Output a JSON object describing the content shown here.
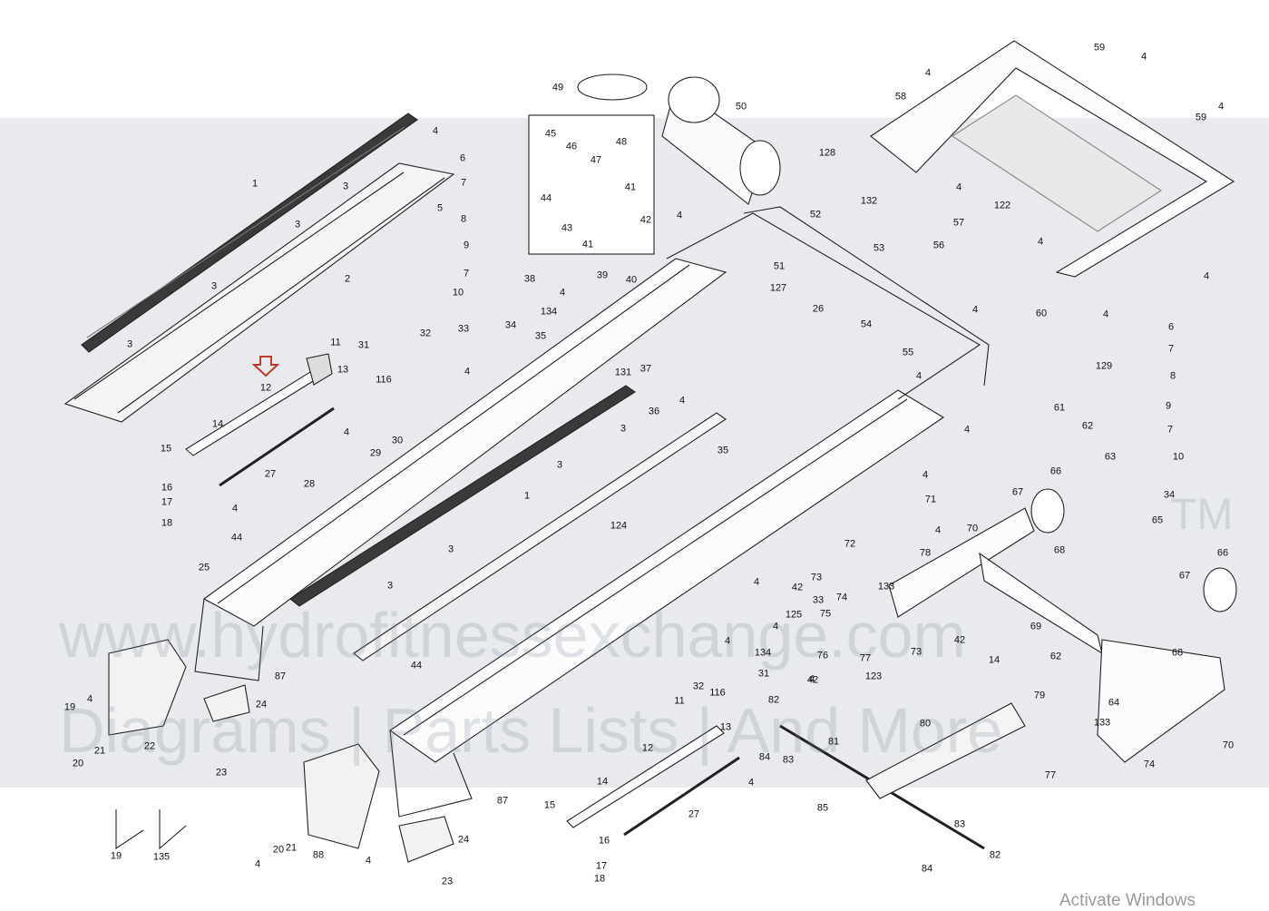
{
  "watermark": {
    "line1": "www.hydrofitnessexchange.com",
    "line2": "Diagrams | Parts Lists | And More",
    "tm": "TM"
  },
  "os_notice": "Activate Windows",
  "parts": [
    {
      "n": "1"
    },
    {
      "n": "2"
    },
    {
      "n": "3"
    },
    {
      "n": "3"
    },
    {
      "n": "3"
    },
    {
      "n": "3"
    },
    {
      "n": "4"
    },
    {
      "n": "5"
    },
    {
      "n": "6"
    },
    {
      "n": "7"
    },
    {
      "n": "8"
    },
    {
      "n": "9"
    },
    {
      "n": "7"
    },
    {
      "n": "10"
    },
    {
      "n": "11"
    },
    {
      "n": "12"
    },
    {
      "n": "13"
    },
    {
      "n": "14"
    },
    {
      "n": "15"
    },
    {
      "n": "16"
    },
    {
      "n": "17"
    },
    {
      "n": "18"
    },
    {
      "n": "4"
    },
    {
      "n": "27"
    },
    {
      "n": "4"
    },
    {
      "n": "28"
    },
    {
      "n": "29"
    },
    {
      "n": "30"
    },
    {
      "n": "31"
    },
    {
      "n": "32"
    },
    {
      "n": "116"
    },
    {
      "n": "33"
    },
    {
      "n": "34"
    },
    {
      "n": "4"
    },
    {
      "n": "38"
    },
    {
      "n": "39"
    },
    {
      "n": "40"
    },
    {
      "n": "4"
    },
    {
      "n": "134"
    },
    {
      "n": "35"
    },
    {
      "n": "45"
    },
    {
      "n": "46"
    },
    {
      "n": "47"
    },
    {
      "n": "48"
    },
    {
      "n": "44"
    },
    {
      "n": "41"
    },
    {
      "n": "42"
    },
    {
      "n": "43"
    },
    {
      "n": "41"
    },
    {
      "n": "49"
    },
    {
      "n": "50"
    },
    {
      "n": "128"
    },
    {
      "n": "132"
    },
    {
      "n": "52"
    },
    {
      "n": "4"
    },
    {
      "n": "51"
    },
    {
      "n": "127"
    },
    {
      "n": "26"
    },
    {
      "n": "131"
    },
    {
      "n": "37"
    },
    {
      "n": "1"
    },
    {
      "n": "3"
    },
    {
      "n": "36"
    },
    {
      "n": "4"
    },
    {
      "n": "3"
    },
    {
      "n": "35"
    },
    {
      "n": "124"
    },
    {
      "n": "3"
    },
    {
      "n": "44"
    },
    {
      "n": "25"
    },
    {
      "n": "3"
    },
    {
      "n": "44"
    },
    {
      "n": "87"
    },
    {
      "n": "4"
    },
    {
      "n": "24"
    },
    {
      "n": "22"
    },
    {
      "n": "23"
    },
    {
      "n": "19"
    },
    {
      "n": "20"
    },
    {
      "n": "21"
    },
    {
      "n": "58"
    },
    {
      "n": "59"
    },
    {
      "n": "4"
    },
    {
      "n": "4"
    },
    {
      "n": "59"
    },
    {
      "n": "4"
    },
    {
      "n": "4"
    },
    {
      "n": "122"
    },
    {
      "n": "57"
    },
    {
      "n": "53"
    },
    {
      "n": "56"
    },
    {
      "n": "4"
    },
    {
      "n": "4"
    },
    {
      "n": "4"
    },
    {
      "n": "4"
    },
    {
      "n": "60"
    },
    {
      "n": "54"
    },
    {
      "n": "55"
    },
    {
      "n": "4"
    },
    {
      "n": "4"
    },
    {
      "n": "61"
    },
    {
      "n": "129"
    },
    {
      "n": "6"
    },
    {
      "n": "7"
    },
    {
      "n": "8"
    },
    {
      "n": "9"
    },
    {
      "n": "7"
    },
    {
      "n": "10"
    },
    {
      "n": "34"
    },
    {
      "n": "62"
    },
    {
      "n": "63"
    },
    {
      "n": "66"
    },
    {
      "n": "67"
    },
    {
      "n": "65"
    },
    {
      "n": "68"
    },
    {
      "n": "70"
    },
    {
      "n": "71"
    },
    {
      "n": "4"
    },
    {
      "n": "4"
    },
    {
      "n": "72"
    },
    {
      "n": "78"
    },
    {
      "n": "133"
    },
    {
      "n": "69"
    },
    {
      "n": "66"
    },
    {
      "n": "67"
    },
    {
      "n": "68"
    },
    {
      "n": "62"
    },
    {
      "n": "64"
    },
    {
      "n": "133"
    },
    {
      "n": "70"
    },
    {
      "n": "74"
    },
    {
      "n": "77"
    },
    {
      "n": "79"
    },
    {
      "n": "14"
    },
    {
      "n": "73"
    },
    {
      "n": "42"
    },
    {
      "n": "73"
    },
    {
      "n": "74"
    },
    {
      "n": "77"
    },
    {
      "n": "4"
    },
    {
      "n": "42"
    },
    {
      "n": "33"
    },
    {
      "n": "75"
    },
    {
      "n": "4"
    },
    {
      "n": "134"
    },
    {
      "n": "76"
    },
    {
      "n": "4"
    },
    {
      "n": "4"
    },
    {
      "n": "31"
    },
    {
      "n": "116"
    },
    {
      "n": "32"
    },
    {
      "n": "11"
    },
    {
      "n": "123"
    },
    {
      "n": "82"
    },
    {
      "n": "84"
    },
    {
      "n": "83"
    },
    {
      "n": "81"
    },
    {
      "n": "80"
    },
    {
      "n": "13"
    },
    {
      "n": "12"
    },
    {
      "n": "14"
    },
    {
      "n": "15"
    },
    {
      "n": "16"
    },
    {
      "n": "17"
    },
    {
      "n": "18"
    },
    {
      "n": "4"
    },
    {
      "n": "27"
    },
    {
      "n": "4"
    },
    {
      "n": "85"
    },
    {
      "n": "83"
    },
    {
      "n": "82"
    },
    {
      "n": "84"
    },
    {
      "n": "87"
    },
    {
      "n": "24"
    },
    {
      "n": "23"
    },
    {
      "n": "88"
    },
    {
      "n": "4"
    },
    {
      "n": "20"
    },
    {
      "n": "21"
    },
    {
      "n": "19"
    },
    {
      "n": "135"
    },
    {
      "n": "125"
    },
    {
      "n": "42"
    },
    {
      "n": "4"
    }
  ]
}
